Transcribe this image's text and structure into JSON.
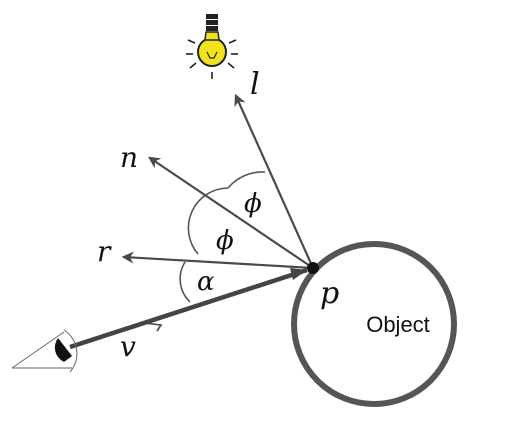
{
  "diagram": {
    "labels": {
      "light": "l",
      "normal": "n",
      "reflect": "r",
      "view": "v",
      "point": "p",
      "angle_alpha": "α",
      "angle_phi_upper": "ϕ",
      "angle_phi_lower": "ϕ",
      "object": "Object"
    },
    "icons": [
      "light-bulb-icon",
      "eye-icon"
    ],
    "colors": {
      "bulb": "#f2e21a",
      "rays": "#4a4a4a",
      "object_outline": "#555555",
      "text": "#111111"
    }
  }
}
